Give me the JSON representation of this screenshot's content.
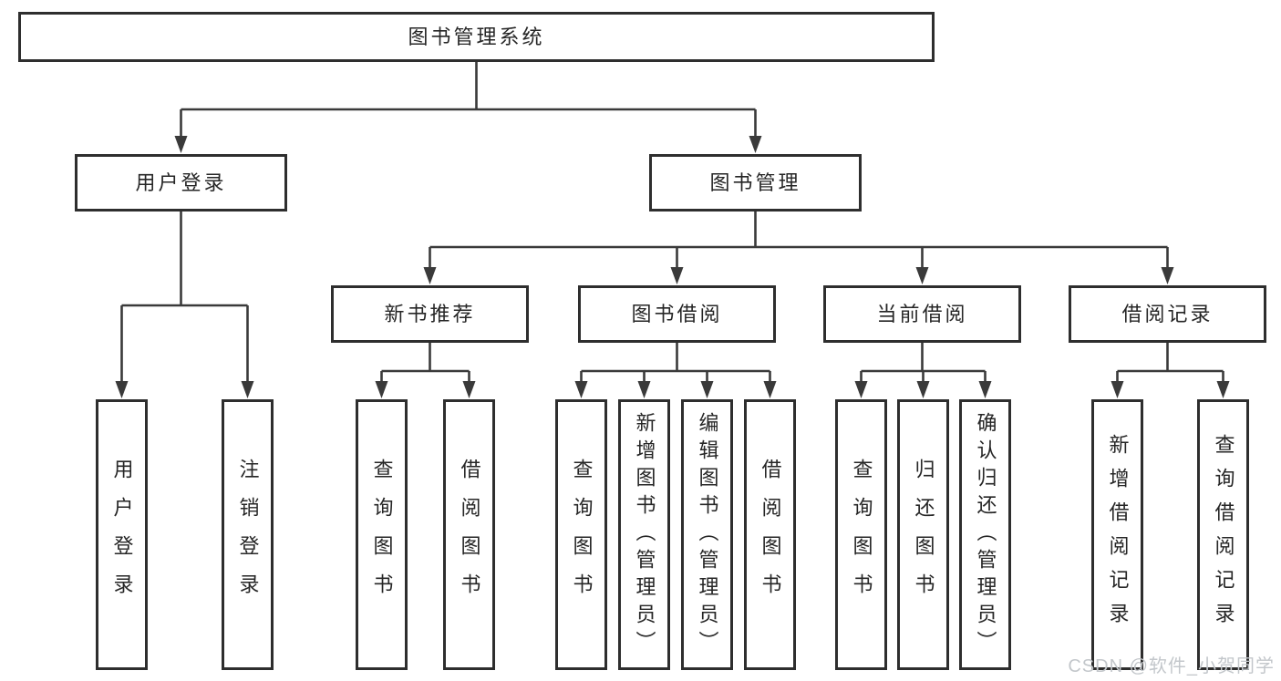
{
  "diagram": {
    "root": {
      "label": "图书管理系统"
    },
    "level2": [
      {
        "label": "用户登录"
      },
      {
        "label": "图书管理"
      }
    ],
    "level3": [
      {
        "label": "新书推荐"
      },
      {
        "label": "图书借阅"
      },
      {
        "label": "当前借阅"
      },
      {
        "label": "借阅记录"
      }
    ],
    "leaves": [
      {
        "label": "用户登录"
      },
      {
        "label": "注销登录"
      },
      {
        "label": "查询图书"
      },
      {
        "label": "借阅图书"
      },
      {
        "label": "查询图书"
      },
      {
        "label": "新增图书（管理员）"
      },
      {
        "label": "编辑图书（管理员）"
      },
      {
        "label": "借阅图书"
      },
      {
        "label": "查询图书"
      },
      {
        "label": "归还图书"
      },
      {
        "label": "确认归还（管理员）"
      },
      {
        "label": "新增借阅记录"
      },
      {
        "label": "查询借阅记录"
      }
    ]
  },
  "watermark": {
    "label": "CSDN @软件_小贺同学"
  },
  "colors": {
    "line": "#3a3a3a",
    "border": "#2e2e2e",
    "text": "#262626",
    "background": "#ffffff",
    "watermark": "#c3c7cb"
  }
}
